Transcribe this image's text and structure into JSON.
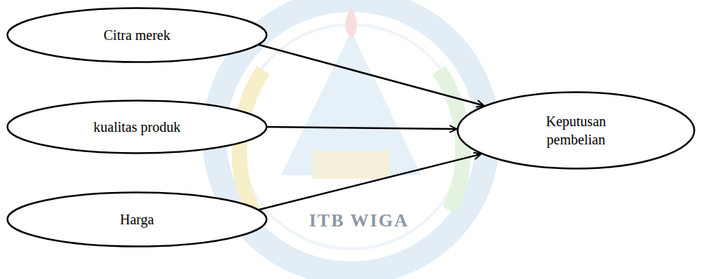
{
  "diagram": {
    "nodes": [
      {
        "text": [
          "Citra merek"
        ]
      },
      {
        "text": [
          "kualitas produk"
        ]
      },
      {
        "text": [
          "Harga"
        ]
      },
      {
        "text": [
          "Keputusan pembelian"
        ]
      }
    ],
    "edges": [
      {
        "from": 0,
        "to": 3,
        "arrow": "to"
      },
      {
        "from": 1,
        "to": 3,
        "arrow": "to"
      },
      {
        "from": 2,
        "to": 3,
        "arrow": "to"
      }
    ],
    "labels": [
      "ITB WIGA"
    ]
  }
}
